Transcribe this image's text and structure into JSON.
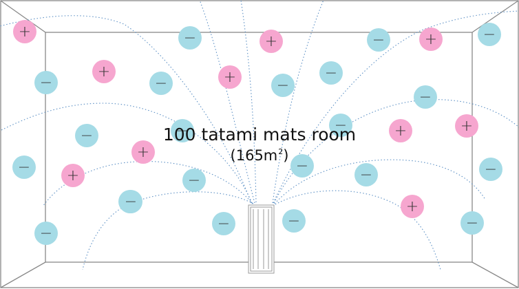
{
  "room": {
    "title": "100 tatami mats room",
    "area_open": "(165m",
    "area_sup": "2",
    "area_close": ")"
  },
  "colors": {
    "positive_ion": "#f6a6cf",
    "negative_ion": "#a5dbe6",
    "wall_line": "#888888",
    "flow_line": "#5b8fc4"
  },
  "ions": [
    {
      "sign": "positive",
      "glyph": "+"
    },
    {
      "sign": "positive",
      "glyph": "+"
    },
    {
      "sign": "positive",
      "glyph": "+"
    },
    {
      "sign": "positive",
      "glyph": "+"
    },
    {
      "sign": "positive",
      "glyph": "+"
    },
    {
      "sign": "positive",
      "glyph": "+"
    },
    {
      "sign": "positive",
      "glyph": "+"
    },
    {
      "sign": "positive",
      "glyph": "+"
    },
    {
      "sign": "positive",
      "glyph": "+"
    },
    {
      "sign": "positive",
      "glyph": "+"
    },
    {
      "sign": "negative",
      "glyph": "−"
    },
    {
      "sign": "negative",
      "glyph": "−"
    },
    {
      "sign": "negative",
      "glyph": "−"
    },
    {
      "sign": "negative",
      "glyph": "−"
    },
    {
      "sign": "negative",
      "glyph": "−"
    },
    {
      "sign": "negative",
      "glyph": "−"
    },
    {
      "sign": "negative",
      "glyph": "−"
    },
    {
      "sign": "negative",
      "glyph": "−"
    },
    {
      "sign": "negative",
      "glyph": "−"
    },
    {
      "sign": "negative",
      "glyph": "−"
    },
    {
      "sign": "negative",
      "glyph": "−"
    },
    {
      "sign": "negative",
      "glyph": "−"
    },
    {
      "sign": "negative",
      "glyph": "−"
    },
    {
      "sign": "negative",
      "glyph": "−"
    },
    {
      "sign": "negative",
      "glyph": "−"
    },
    {
      "sign": "negative",
      "glyph": "−"
    },
    {
      "sign": "negative",
      "glyph": "−"
    },
    {
      "sign": "negative",
      "glyph": "−"
    },
    {
      "sign": "negative",
      "glyph": "−"
    },
    {
      "sign": "negative",
      "glyph": "−"
    },
    {
      "sign": "negative",
      "glyph": "−"
    },
    {
      "sign": "negative",
      "glyph": "−"
    }
  ]
}
